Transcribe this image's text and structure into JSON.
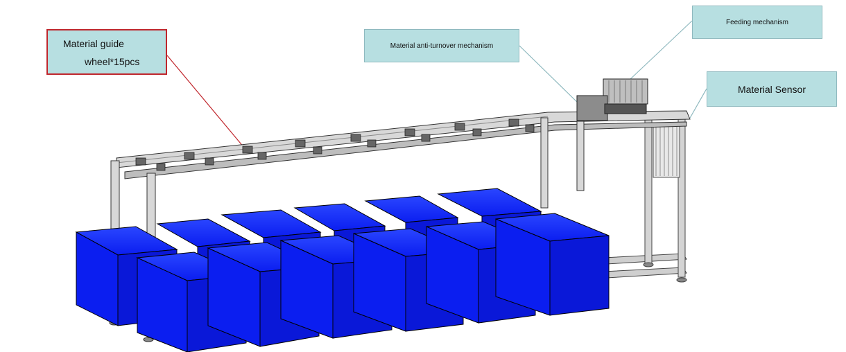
{
  "labels": {
    "guide_line1": "Material guide",
    "guide_line2": "wheel*15pcs",
    "anti_turnover": "Material anti-turnover mechanism",
    "feeding": "Feeding mechanism",
    "sensor": "Material Sensor"
  },
  "colors": {
    "bin_blue": "#0b1ef0",
    "callout_fill": "#b7dfe1",
    "callout_red_border": "#c0262c",
    "frame_gray": "#c8c8c8"
  }
}
